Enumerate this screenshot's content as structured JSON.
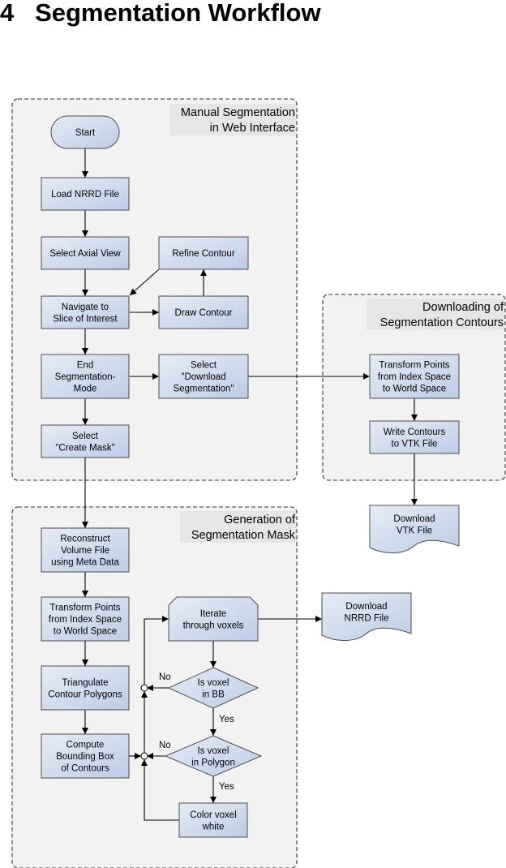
{
  "title": "4   Segmentation Workflow",
  "groups": {
    "manual": [
      "Manual Segmentation",
      "in Web Interface"
    ],
    "download": [
      "Downloading of",
      "Segmentation Contours"
    ],
    "mask": [
      "Generation of",
      "Segmentation Mask"
    ]
  },
  "nodes": {
    "start": [
      "Start"
    ],
    "load": [
      "Load NRRD File"
    ],
    "axial": [
      "Select Axial View"
    ],
    "refine": [
      "Refine Contour"
    ],
    "navigate": [
      "Navigate to",
      "Slice of Interest"
    ],
    "draw": [
      "Draw Contour"
    ],
    "end_mode": [
      "End",
      "Segmentation-",
      "Mode"
    ],
    "select_download": [
      "Select",
      "\"Download",
      "Segmentation\""
    ],
    "create_mask": [
      "Select",
      "\"Create Mask\""
    ],
    "transform_dl": [
      "Transform Points",
      "from Index Space",
      "to World Space"
    ],
    "write_vtk": [
      "Write Contours",
      "to VTK File"
    ],
    "download_vtk": [
      "Download",
      "VTK File"
    ],
    "reconstruct": [
      "Reconstruct",
      "Volume File",
      "using Meta Data"
    ],
    "transform_mask": [
      "Transform Points",
      "from Index Space",
      "to World Space"
    ],
    "triangulate": [
      "Triangulate",
      "Contour Polygons"
    ],
    "bbox": [
      "Compute",
      "Bounding Box",
      "of Contours"
    ],
    "iterate": [
      "Iterate",
      "through voxels"
    ],
    "download_nrrd": [
      "Download",
      "NRRD File"
    ],
    "in_bb": [
      "Is voxel",
      "in BB"
    ],
    "in_polygon": [
      "Is voxel",
      "in Polygon"
    ],
    "color": [
      "Color voxel",
      "white"
    ]
  },
  "edge_labels": {
    "no_bb": "No",
    "yes_bb": "Yes",
    "no_poly": "No",
    "yes_poly": "Yes"
  },
  "colors": {
    "group_fill": "#f2f2f2",
    "group_title_bg": "#e6e6e6",
    "node_fill_top": "#e6ecf6",
    "node_fill_bottom": "#bccce6",
    "node_stroke": "#4d4d4d",
    "line": "#000000"
  }
}
